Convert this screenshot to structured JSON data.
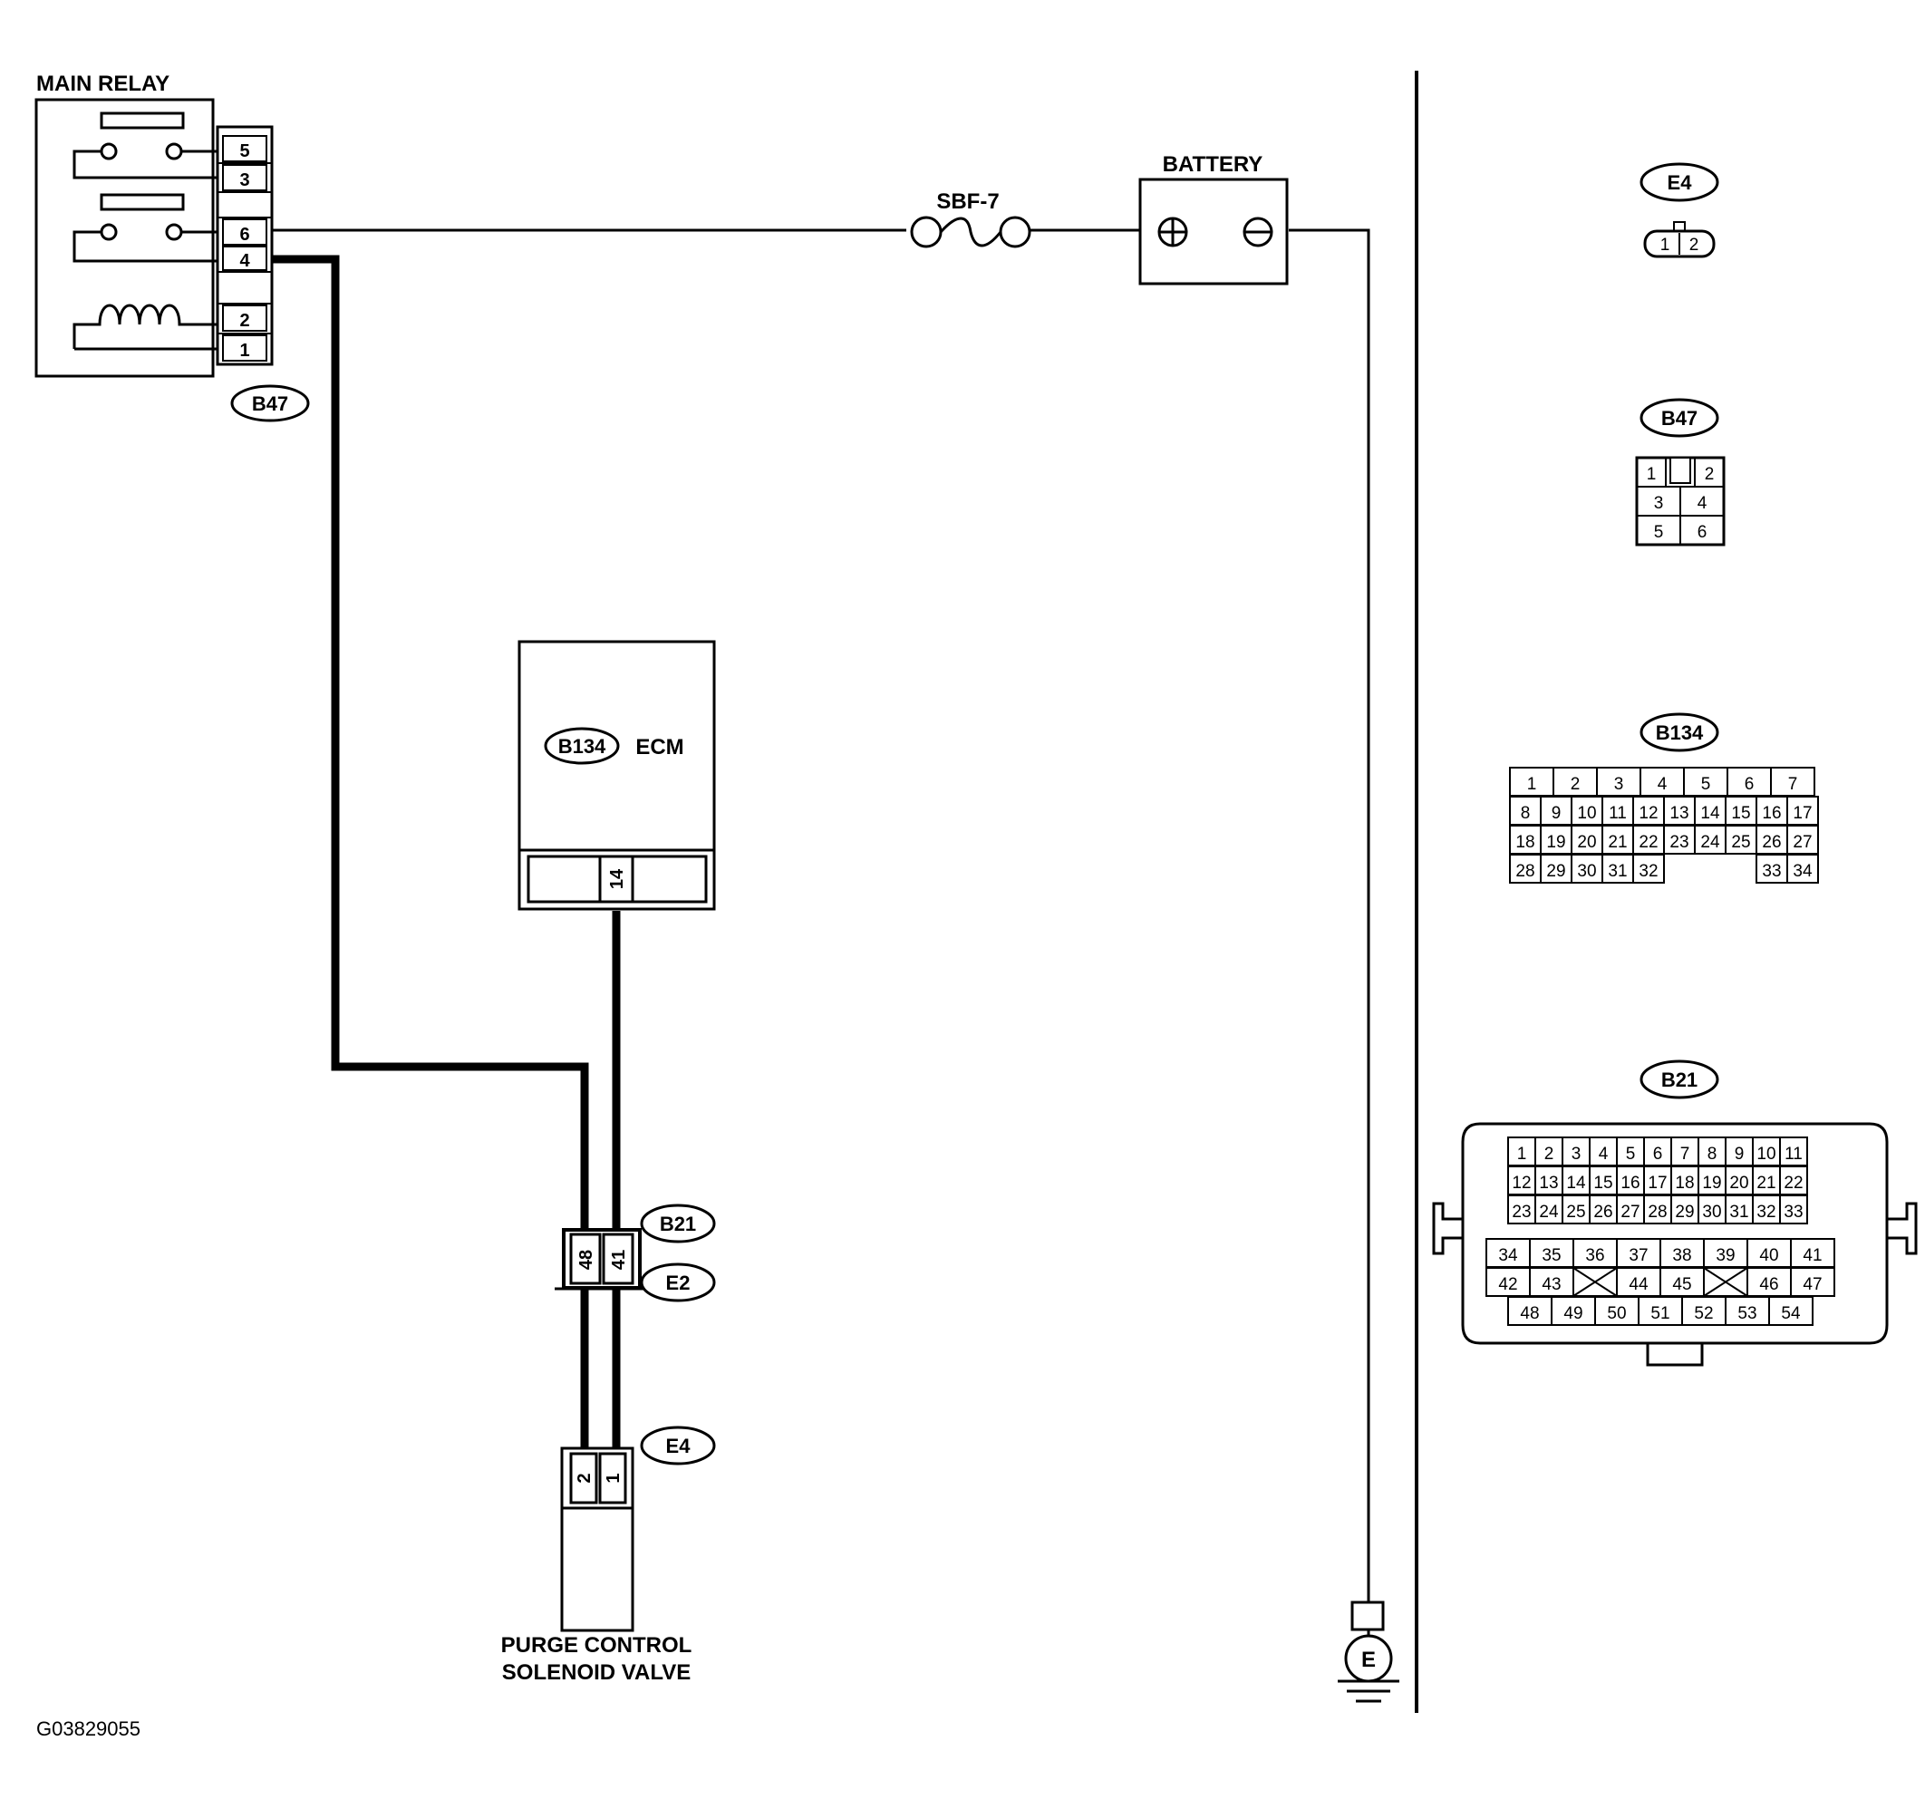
{
  "labels": {
    "main_relay": "MAIN RELAY",
    "fuse": "SBF-7",
    "battery": "BATTERY",
    "ecm": "ECM",
    "valve_line1": "PURGE CONTROL",
    "valve_line2": "SOLENOID VALVE",
    "ground": "E",
    "figure_id": "G03829055",
    "plus": "⊕",
    "minus": "⊖"
  },
  "connectors": {
    "b47": "B47",
    "b134": "B134",
    "b21": "B21",
    "e2": "E2",
    "e4": "E4"
  },
  "relay_pins": [
    "5",
    "3",
    "6",
    "4",
    "",
    "2",
    "1"
  ],
  "ecm_pin": "14",
  "b21_pins": [
    "48",
    "41"
  ],
  "e4_pins": [
    "2",
    "1"
  ],
  "connector_views": {
    "e4": [
      "1",
      "2"
    ],
    "b47": [
      "1",
      "2",
      "3",
      "4",
      "5",
      "6"
    ],
    "b134": {
      "row1": [
        "1",
        "2",
        "3",
        "4",
        "5",
        "6",
        "7"
      ],
      "row2": [
        "8",
        "9",
        "10",
        "11",
        "12",
        "13",
        "14",
        "15",
        "16",
        "17"
      ],
      "row3": [
        "18",
        "19",
        "20",
        "21",
        "22",
        "23",
        "24",
        "25",
        "26",
        "27"
      ],
      "row4": [
        "28",
        "29",
        "30",
        "31",
        "32",
        "33",
        "34"
      ]
    },
    "b21": {
      "row1": [
        "1",
        "2",
        "3",
        "4",
        "5",
        "6",
        "7",
        "8",
        "9",
        "10",
        "11"
      ],
      "row2": [
        "12",
        "13",
        "14",
        "15",
        "16",
        "17",
        "18",
        "19",
        "20",
        "21",
        "22"
      ],
      "row3": [
        "23",
        "24",
        "25",
        "26",
        "27",
        "28",
        "29",
        "30",
        "31",
        "32",
        "33"
      ],
      "row4": [
        "34",
        "35",
        "36",
        "37",
        "38",
        "39",
        "40",
        "41"
      ],
      "row5": [
        "42",
        "43",
        "",
        "44",
        "45",
        "",
        "46",
        "47"
      ],
      "row6": [
        "48",
        "49",
        "50",
        "51",
        "52",
        "53",
        "54"
      ]
    }
  }
}
